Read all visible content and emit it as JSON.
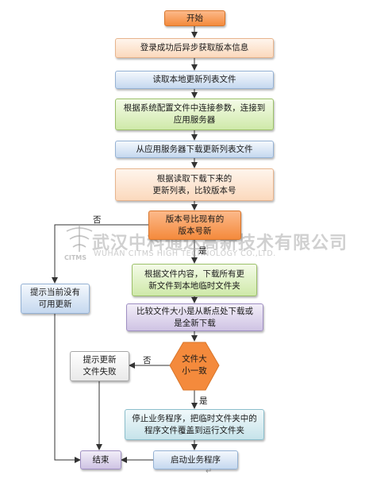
{
  "nodes": {
    "start": "开始",
    "login": "登录成功后异步获取版本信息",
    "read_local": "读取本地更新列表文件",
    "connect": "根据系统配置文件中连接参数，连接到\n应用服务器",
    "download_list": "从应用服务器下载更新列表文件",
    "compare": "根据读取下载下来的\n更新列表，比较版本号",
    "is_newer": "版本号比现有的\n版本号新",
    "no_update": "提示当前没有\n可用更新",
    "download_files": "根据文件内容，下载所有更\n新文件到本地临时文件夹",
    "size_check": "比较文件大小是从断点处下载或\n是全新下载",
    "size_match": "文件大\n小一致",
    "fail": "提示更新\n文件失败",
    "stop_overwrite": "停止业务程序，把临时文件夹中的\n程序文件覆盖到运行文件夹",
    "restart": "启动业务程序",
    "end": "结束"
  },
  "edge_labels": {
    "newer_no": "否",
    "newer_yes": "是",
    "size_no": "否",
    "size_yes": "是"
  },
  "watermark": {
    "company_cn": "武汉中科通达高新技术有限公司",
    "company_en": "WUHAN CITMS HIGH TECHNOLOGY CO.,LTD.",
    "logo_text": "CITMS"
  },
  "return_mark": "↵",
  "colors": {
    "orange": "#f48a3c",
    "peach": "#fbd9bd",
    "blue": "#c5d8ef",
    "green": "#cfe9a9",
    "purple": "#cfc3e4",
    "teal": "#c6e3ea",
    "gray": "#e9e9e9",
    "line": "#333333"
  }
}
